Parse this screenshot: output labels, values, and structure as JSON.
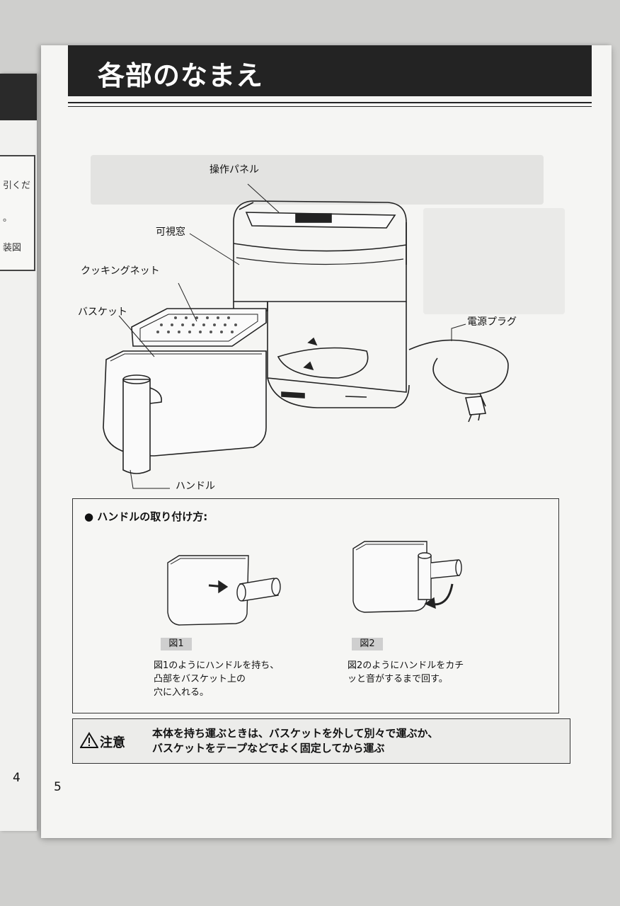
{
  "title": "各部のなまえ",
  "labels": {
    "control_panel": "操作パネル",
    "window": "可視窓",
    "cooking_net": "クッキングネット",
    "basket": "バスケット",
    "power_plug": "電源プラグ",
    "handle": "ハンドル"
  },
  "handle_install": {
    "heading": "● ハンドルの取り付け方:",
    "fig1_tag": "図1",
    "fig1_text": "図1のようにハンドルを持ち、\n凸部をバスケット上の\n穴に入れる。",
    "fig2_tag": "図2",
    "fig2_text": "図2のようにハンドルをカチ\nッと音がするまで回す。"
  },
  "caution": {
    "label": "注意",
    "text": "本体を持ち運ぶときは、バスケットを外して別々で運ぶか、\nバスケットをテープなどでよく固定してから運ぶ"
  },
  "left_page": {
    "fragments": [
      "引くだ",
      "。",
      "装図"
    ],
    "page_number": "4"
  },
  "page_number": "5"
}
